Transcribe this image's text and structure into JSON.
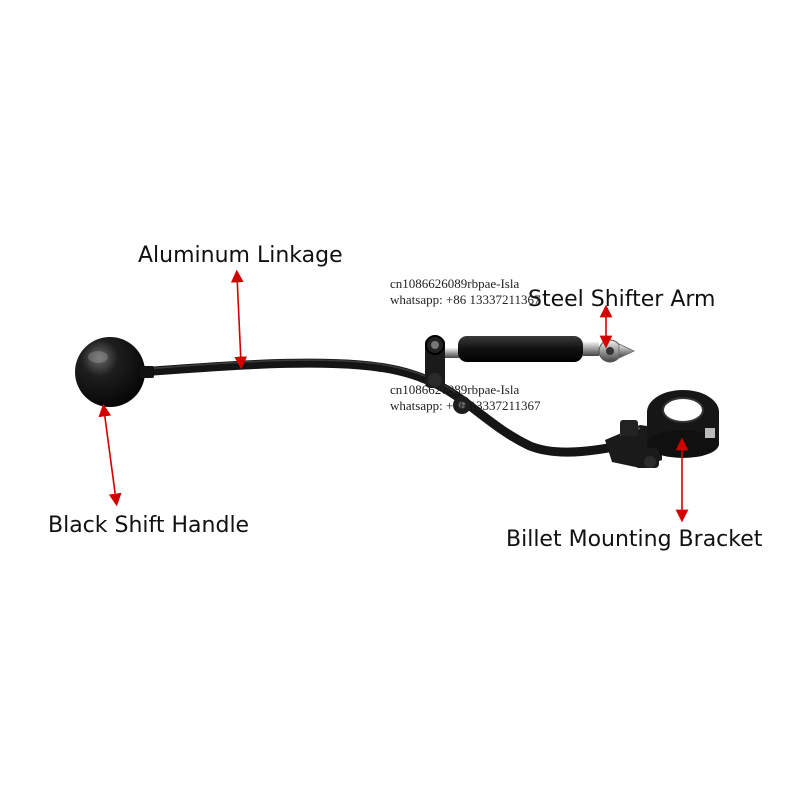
{
  "labels": {
    "aluminum_linkage": "Aluminum Linkage",
    "steel_shifter_arm": "Steel Shifter Arm",
    "black_shift_handle": "Black Shift Handle",
    "billet_mounting_bracket": "Billet Mounting Bracket"
  },
  "watermarks": [
    {
      "line1": "cn1086626089rbpae-Isla",
      "line2": "whatsapp: +86 13337211367"
    },
    {
      "line1": "cn1086626089rbpae-Isla",
      "line2": "whatsapp: +86 13337211367"
    }
  ],
  "colors": {
    "arrow": "#d40000",
    "part": "#141414",
    "background": "#ffffff"
  }
}
